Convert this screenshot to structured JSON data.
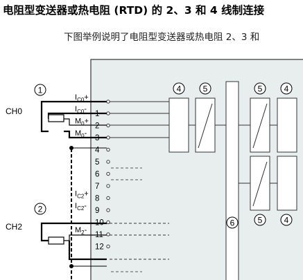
{
  "title": "电阻型变送器或热电阻 (RTD) 的 2、3 和 4 线制连接",
  "description": "下图举例说明了电阻型变送器或热电阻 2、3 和",
  "channels": [
    {
      "label": "CH0",
      "callout": "1"
    },
    {
      "label": "CH2",
      "callout": "2"
    }
  ],
  "terminals": [
    {
      "number": "1",
      "signal": "IC0",
      "suffix": "-"
    },
    {
      "number": "2",
      "signal": "M0",
      "suffix": "+"
    },
    {
      "number": "3",
      "signal": "M0",
      "suffix": "-"
    },
    {
      "number": "4"
    },
    {
      "number": "5"
    },
    {
      "number": "6"
    },
    {
      "number": "7"
    },
    {
      "number": "8",
      "signal": "IC2",
      "suffix": "+"
    },
    {
      "number": "9",
      "signal": "IC2",
      "suffix": "-"
    },
    {
      "number": "10"
    },
    {
      "number": "11",
      "signal": "M2",
      "suffix": "-"
    },
    {
      "number": "12"
    }
  ],
  "top_signal": {
    "signal": "IC0",
    "suffix": "+"
  },
  "module_blocks": {
    "block_4": "4",
    "block_5": "5",
    "bus_6": "6"
  },
  "colors": {
    "module_fill": "#e8eeee",
    "line": "#000000",
    "box_stroke": "#333333"
  }
}
